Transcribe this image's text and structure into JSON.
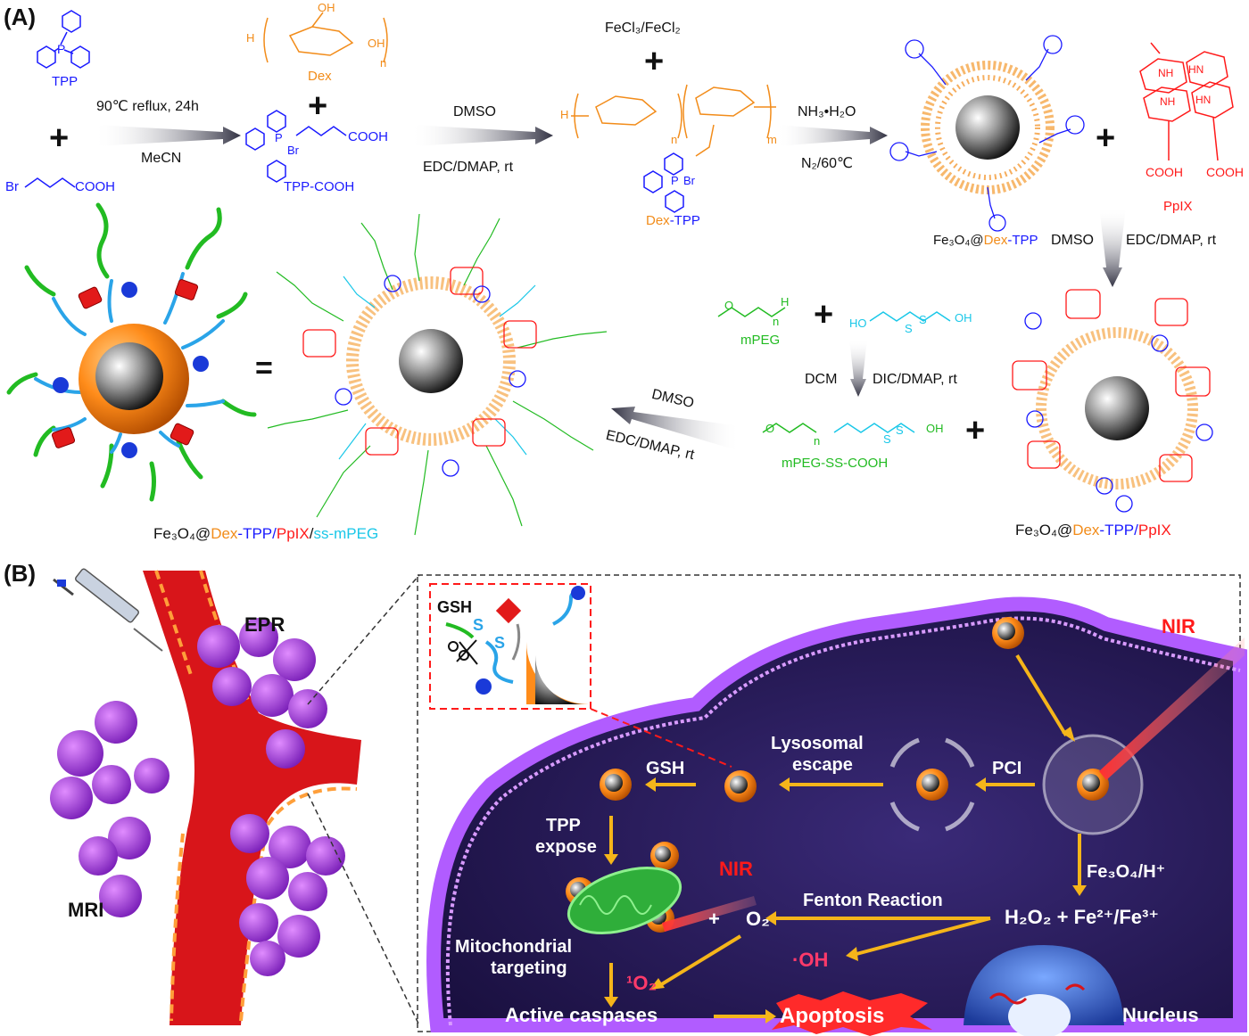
{
  "panelA": {
    "label": "(A)",
    "tpp": "TPP",
    "bromo": "Br",
    "cooh": "COOH",
    "step1_top": "90℃  reflux, 24h",
    "step1_bottom": "MeCN",
    "dex": "Dex",
    "oh": "OH",
    "h": "H",
    "o": "O",
    "n": "n",
    "m": "m",
    "p": "P",
    "tpp_cooh": "TPP-COOH",
    "step2_top": "DMSO",
    "step2_bottom": "EDC/DMAP, rt",
    "fecl": "FeCl₃/FeCl₂",
    "dex_tpp": {
      "a": "Dex",
      "b": "-TPP"
    },
    "step3_top": "NH₃•H₂O",
    "step3_bottom": "N₂/60℃",
    "fe_dex_tpp": {
      "a": "Fe₃O₄@",
      "b": "Dex",
      "c": "-TPP"
    },
    "ppix": "PpIX",
    "nh": "NH",
    "hn": "HN",
    "step4_left": "DMSO",
    "step4_right": "EDC/DMAP, rt",
    "mpeg": "mPEG",
    "ho": "HO",
    "s": "S",
    "step5_left": "DCM",
    "step5_right": "DIC/DMAP, rt",
    "mpeg_ss_cooh": "mPEG-SS-COOH",
    "step6_top": "DMSO",
    "step6_bottom": "EDC/DMAP, rt",
    "equals": "=",
    "final": {
      "a": "Fe₃O₄@",
      "b": "Dex",
      "c": "-TPP/",
      "d": "PpIX",
      "e": "/",
      "f": "ss-mPEG"
    },
    "fe_dex_tpp_ppix": {
      "a": "Fe₃O₄@",
      "b": "Dex",
      "c": "-TPP/",
      "d": "PpIX"
    }
  },
  "panelB": {
    "label": "(B)",
    "epr": "EPR",
    "mri": "MRI",
    "gsh_inset": "GSH",
    "s": "S",
    "nir_top": "NIR",
    "lysosomal": "Lysosomal",
    "escape": "escape",
    "gsh": "GSH",
    "pci": "PCI",
    "tpp": "TPP",
    "expose": "expose",
    "nir_mito": "NIR",
    "fe3o4_h": "Fe₃O₄/H⁺",
    "fenton": "Fenton Reaction",
    "plus": "+",
    "o2": "O₂",
    "h2o2": "H₂O₂ + Fe²⁺/Fe³⁺",
    "oh_radical": "·OH",
    "mito1": "Mitochondrial",
    "mito2": "targeting",
    "singlet": "¹O₂",
    "caspases": "Active caspases",
    "apoptosis": "Apoptosis",
    "nucleus": "Nucleus"
  },
  "colors": {
    "blue": "#1a1aff",
    "orange": "#f28c1a",
    "red": "#ff1a1a",
    "green": "#22bb22",
    "cyan": "#19c7e8",
    "cell": "#2a1a55",
    "membrane": "#b15cff",
    "vessel": "#d8151a"
  }
}
